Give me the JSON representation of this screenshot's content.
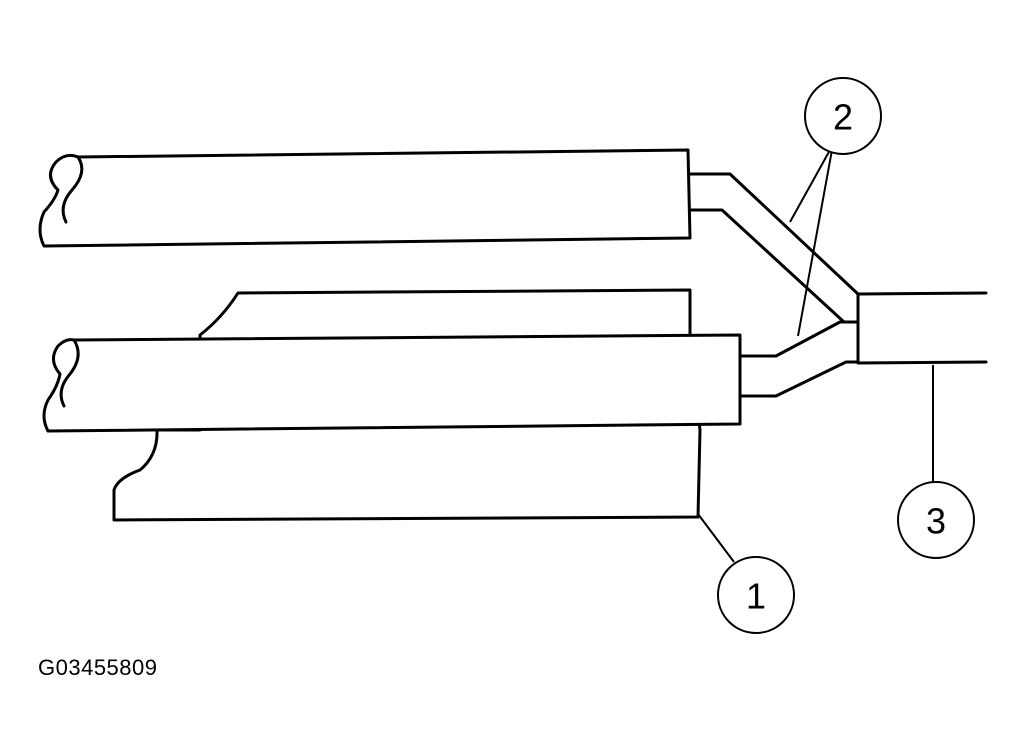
{
  "callouts": [
    {
      "id": "1",
      "label": "1"
    },
    {
      "id": "2",
      "label": "2"
    },
    {
      "id": "3",
      "label": "3"
    }
  ],
  "figure_id": "G03455809"
}
